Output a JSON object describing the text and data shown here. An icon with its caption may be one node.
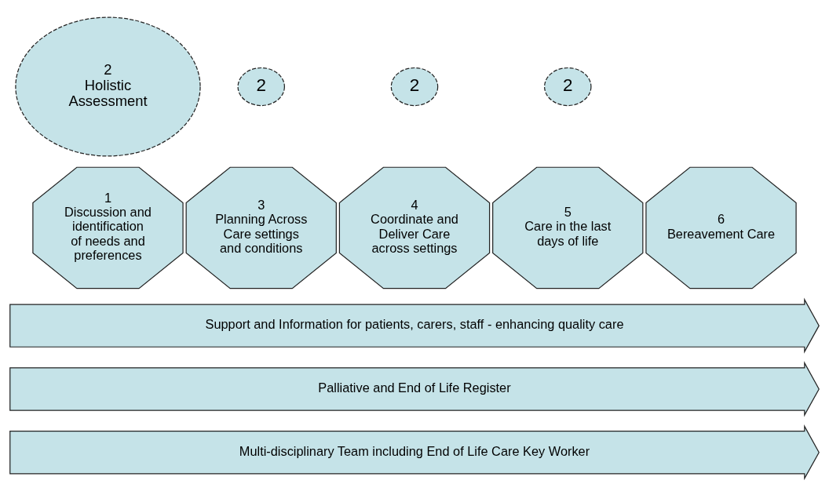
{
  "diagram": {
    "nodes": [
      {
        "text": [
          "2",
          "Holistic Assessment"
        ]
      },
      {
        "text": [
          "2"
        ]
      },
      {
        "text": [
          "2"
        ]
      },
      {
        "text": [
          "2"
        ]
      },
      {
        "text": [
          "1",
          "Discussion and identification of needs and preferences"
        ]
      },
      {
        "text": [
          "3",
          "Planning Across Care settings and conditions"
        ]
      },
      {
        "text": [
          "4",
          "Coordinate and Deliver Care across settings"
        ]
      },
      {
        "text": [
          "5",
          "Care in the last days of life"
        ]
      },
      {
        "text": [
          "6",
          "Bereavement Care"
        ]
      },
      {
        "text": [
          "Support and Information for patients, carers, staff - enhancing quality care"
        ]
      },
      {
        "text": [
          "Palliative and End of Life Register"
        ]
      },
      {
        "text": [
          "Multi-disciplinary Team including End of Life Care Key Worker"
        ]
      }
    ],
    "edges": []
  }
}
